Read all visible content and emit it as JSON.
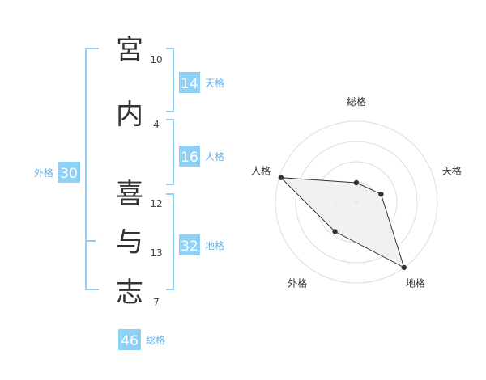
{
  "colors": {
    "bracket": "#8fd0f5",
    "badge_bg": "#8fd0f5",
    "badge_text": "#ffffff",
    "label": "#62b3e8",
    "kanji": "#333333",
    "radar_ring": "#dddddd",
    "radar_fill": "#eeeeee",
    "radar_line": "#333333",
    "radar_point": "#333333",
    "radar_center": "#cccccc"
  },
  "name": {
    "characters": [
      {
        "char": "宮",
        "strokes": "10"
      },
      {
        "char": "内",
        "strokes": "4"
      },
      {
        "char": "喜",
        "strokes": "12"
      },
      {
        "char": "与",
        "strokes": "13"
      },
      {
        "char": "志",
        "strokes": "7"
      }
    ]
  },
  "kakusu": {
    "tenkaku": {
      "label": "天格",
      "value": "14"
    },
    "jinkaku": {
      "label": "人格",
      "value": "16"
    },
    "chikaku": {
      "label": "地格",
      "value": "32"
    },
    "gaikaku": {
      "label": "外格",
      "value": "30"
    },
    "soukaku": {
      "label": "総格",
      "value": "46"
    }
  },
  "chart_data": {
    "type": "radar",
    "axes": [
      "総格",
      "天格",
      "地格",
      "外格",
      "人格"
    ],
    "values": [
      0.24,
      0.32,
      1.0,
      0.45,
      0.98
    ],
    "rlim": [
      0,
      1
    ],
    "rings": 4,
    "grid": true
  }
}
